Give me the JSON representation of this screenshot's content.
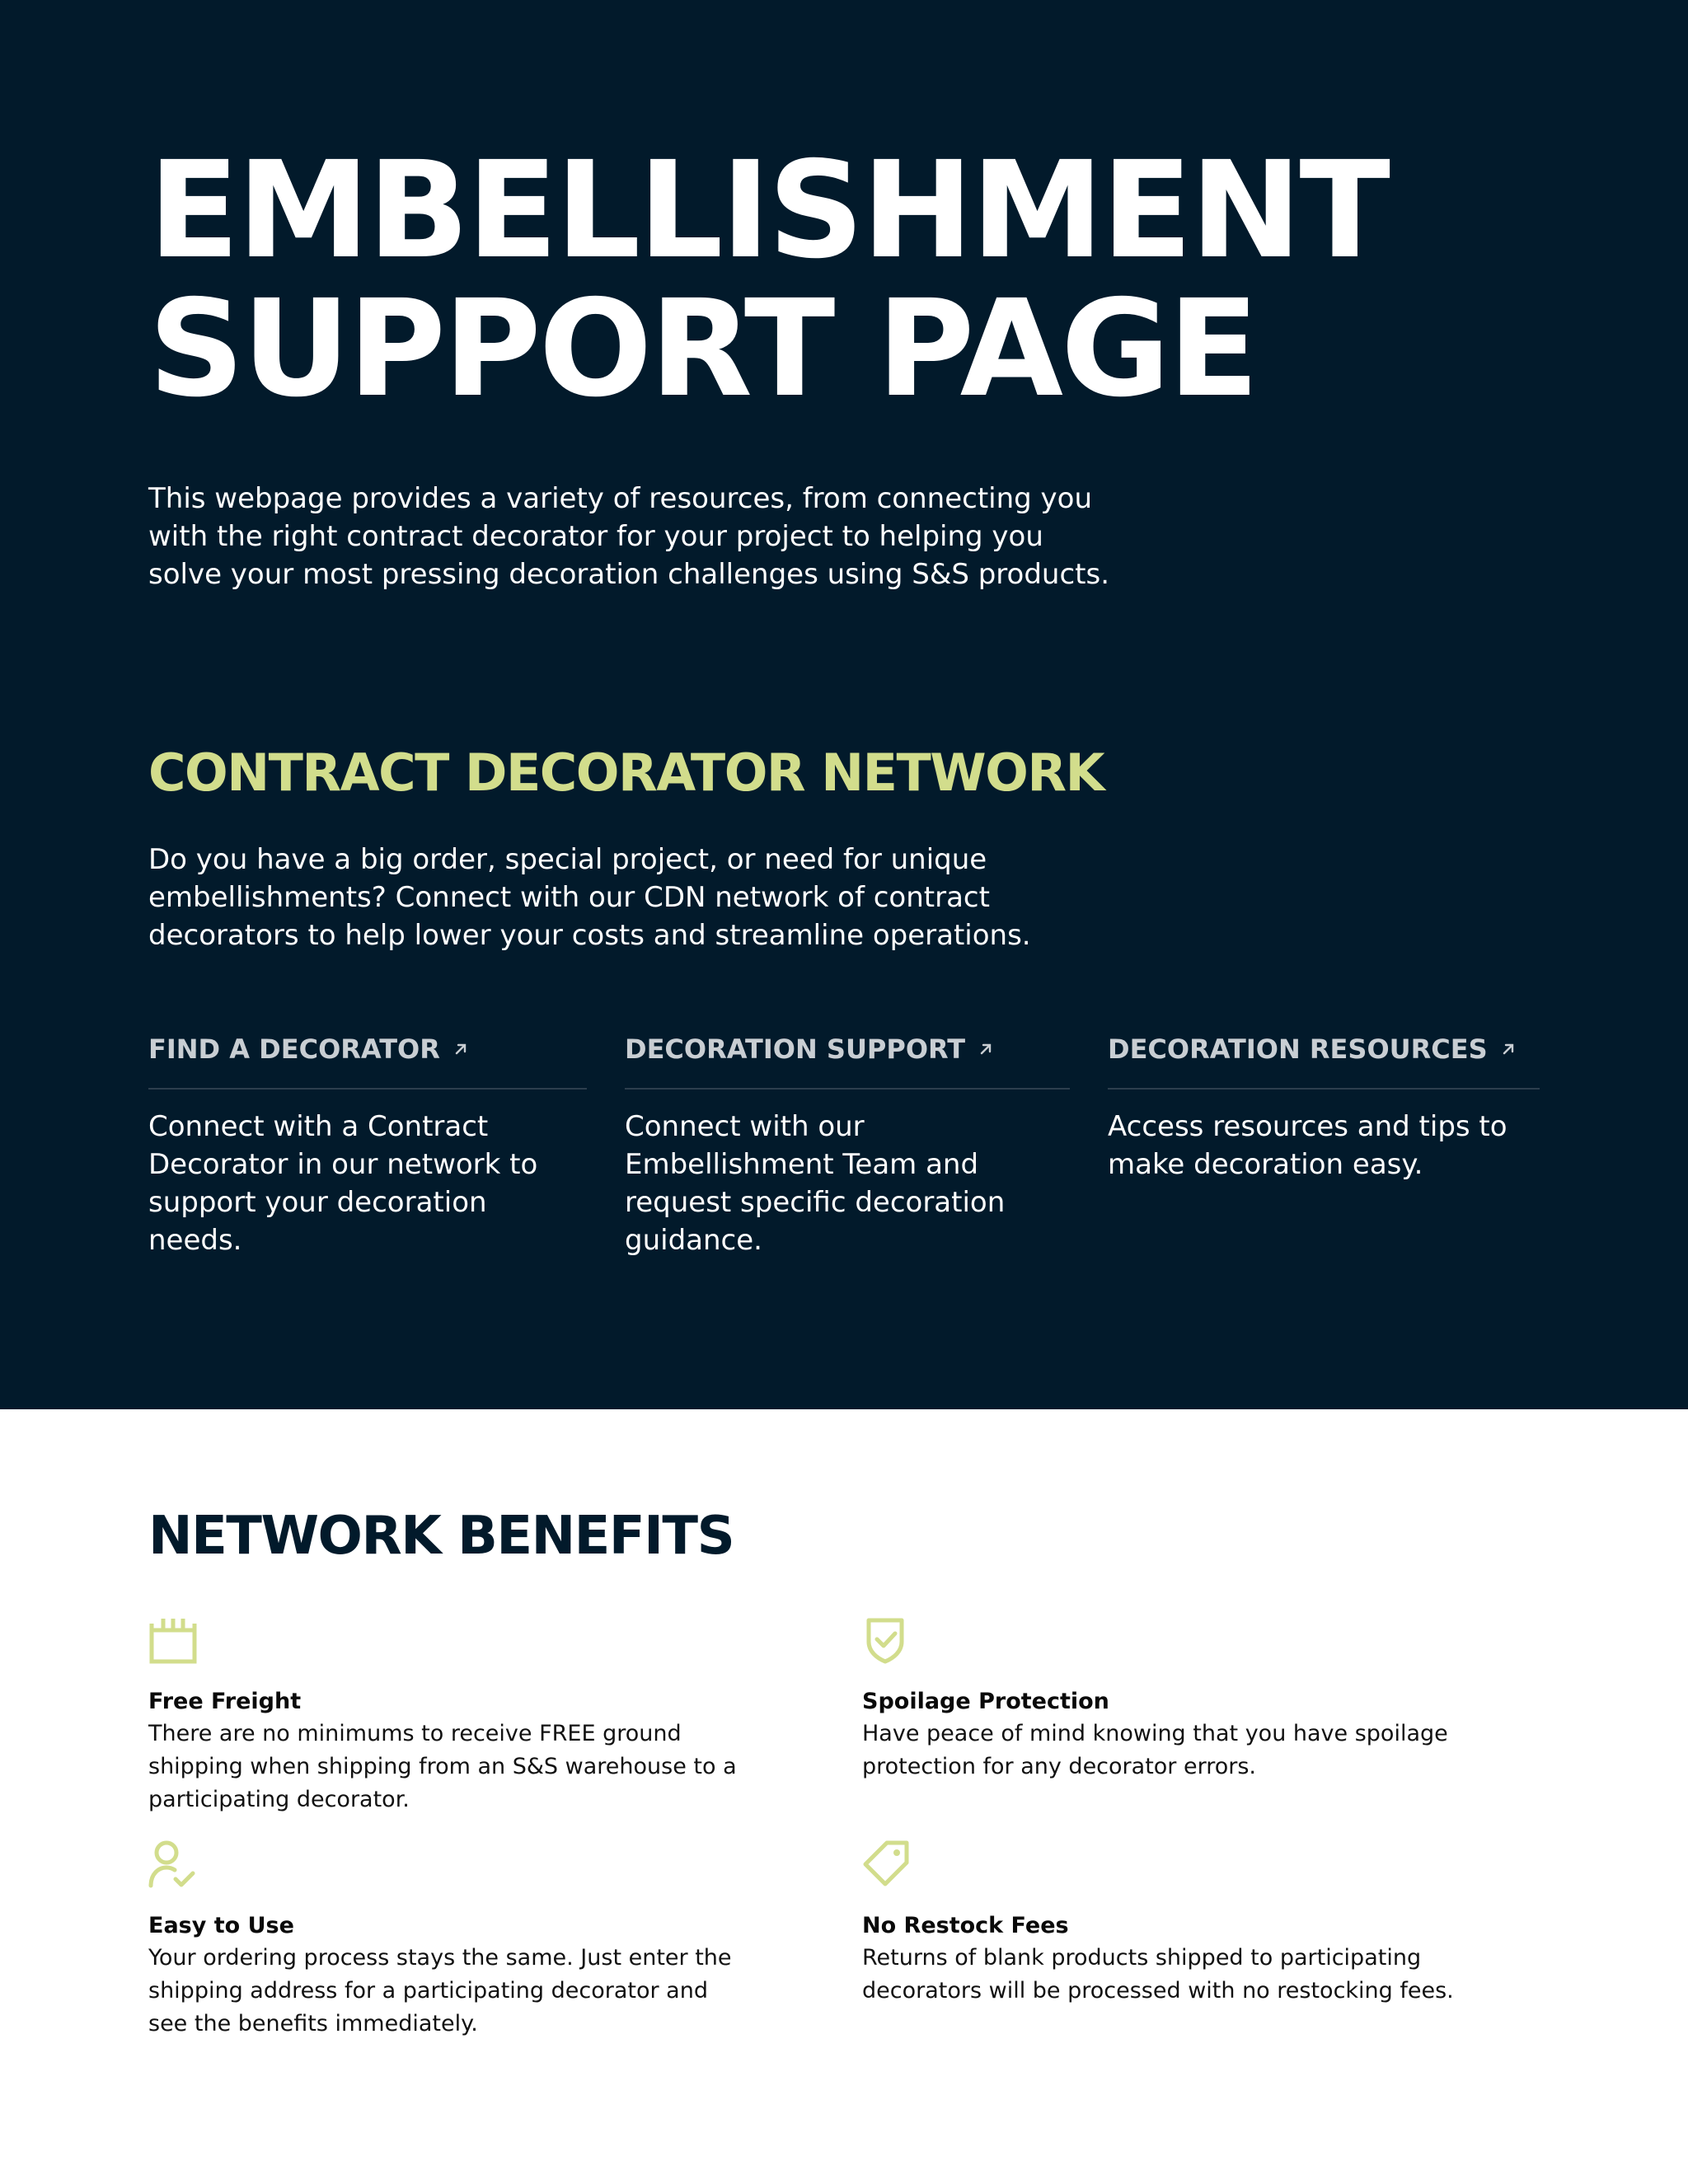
{
  "hero": {
    "title": "EMBELLISHMENT\nSUPPORT PAGE",
    "intro": "This webpage provides a variety of resources, from connecting you with the right contract decorator for your project to helping you solve your most pressing decoration challenges using S&S products."
  },
  "cdn": {
    "heading": "CONTRACT DECORATOR NETWORK",
    "intro": "Do you have a big order, special project, or need for unique embellishments? Connect with our CDN network of contract decorators to help lower your costs and streamline operations.",
    "links": [
      {
        "title": "FIND A DECORATOR",
        "description": "Connect with a Contract Decorator in our network to support your decoration needs."
      },
      {
        "title": "DECORATION SUPPORT",
        "description": "Connect with our Embellishment Team and request specific decoration guidance."
      },
      {
        "title": "DECORATION RESOURCES",
        "description": "Access resources and tips to make decoration easy."
      }
    ]
  },
  "benefits": {
    "title": "NETWORK BENEFITS",
    "items": [
      {
        "icon": "package-icon",
        "title": "Free Freight",
        "description": "There are no minimums to receive FREE ground shipping when shipping from an S&S warehouse to a participating decorator."
      },
      {
        "icon": "shield-check-icon",
        "title": "Spoilage Protection",
        "description": "Have peace of mind knowing that you have spoilage protection for any decorator errors."
      },
      {
        "icon": "user-check-icon",
        "title": "Easy to Use",
        "description": "Your ordering process stays the same. Just enter the shipping address for a participating decorator and see the benefits immediately."
      },
      {
        "icon": "tag-icon",
        "title": "No Restock Fees",
        "description": "Returns of blank products shipped to participating decorators will be processed with no restocking fees."
      }
    ]
  },
  "colors": {
    "navy": "#021a2b",
    "accent_green": "#d2dd8c",
    "link_gray": "#c9ced3"
  }
}
